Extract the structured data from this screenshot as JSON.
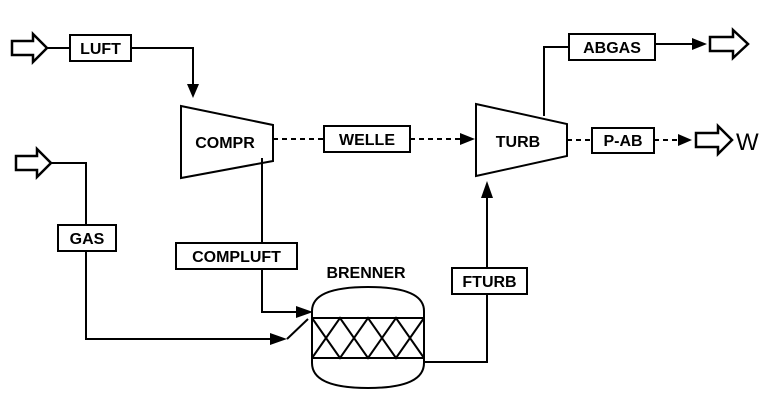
{
  "streams": {
    "luft": "LUFT",
    "gas": "GAS",
    "compluft": "COMPLUFT",
    "fturb": "FTURB",
    "abgas": "ABGAS"
  },
  "blocks": {
    "compr": "COMPR",
    "turb": "TURB",
    "brenner": "BRENNER"
  },
  "shaft": {
    "welle": "WELLE",
    "p_ab": "P-AB",
    "work": "W"
  }
}
